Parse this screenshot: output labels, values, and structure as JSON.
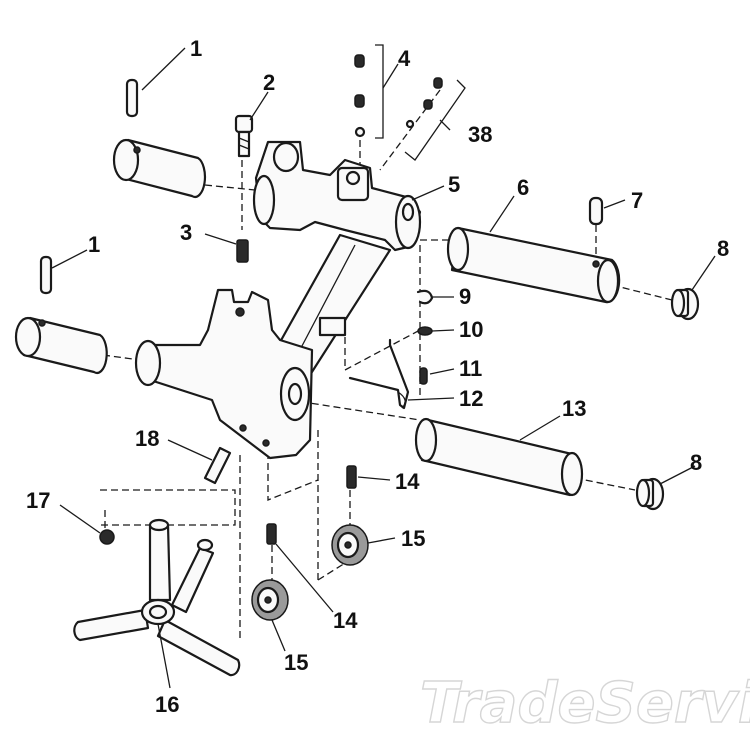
{
  "callouts": {
    "c1a": "1",
    "c1b": "1",
    "c2": "2",
    "c3": "3",
    "c4": "4",
    "c5": "5",
    "c6": "6",
    "c7": "7",
    "c8a": "8",
    "c8b": "8",
    "c9": "9",
    "c10": "10",
    "c11": "11",
    "c12": "12",
    "c13": "13",
    "c14a": "14",
    "c14b": "14",
    "c15a": "15",
    "c15b": "15",
    "c16": "16",
    "c17": "17",
    "c18": "18",
    "c38": "38"
  },
  "watermark": "TradeService",
  "colors": {
    "line": "#1a1a1a",
    "fill": "#fafafa",
    "watermark": "#d6d6d6"
  }
}
